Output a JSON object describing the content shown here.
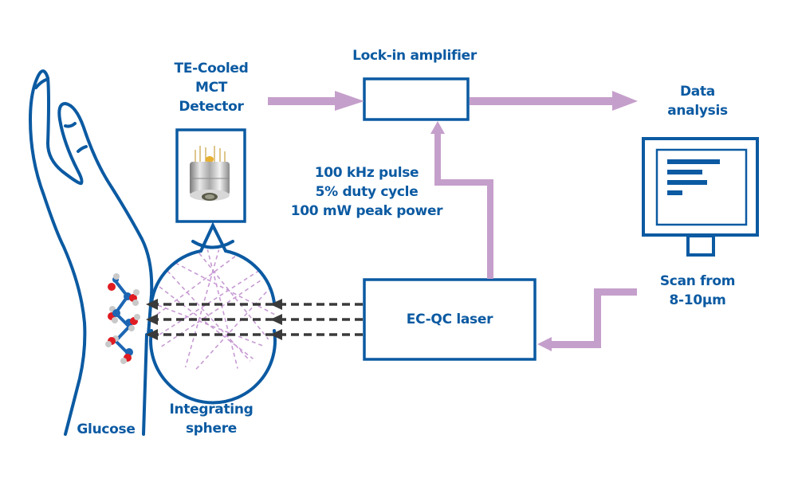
{
  "colors": {
    "blue": "#0b5aa2",
    "signal": "#c59fcb",
    "beam": "#3a3a3a",
    "scatter": "#c79bd3"
  },
  "labels": {
    "detector": "TE-Cooled\nMCT\nDetector",
    "lockin": "Lock-in amplifier",
    "data_analysis": "Data\nanalysis",
    "pulse_specs": [
      "100 kHz pulse",
      "5% duty cycle",
      "100 mW peak power"
    ],
    "laser": "EC-QC laser",
    "scan": "Scan from\n8-10µm",
    "glucose": "Glucose",
    "sphere": "Integrating\nsphere"
  },
  "nodes": [
    {
      "id": "hand",
      "name": "Wrist / hand"
    },
    {
      "id": "glucose",
      "name": "Glucose molecule"
    },
    {
      "id": "sphere",
      "name": "Integrating sphere"
    },
    {
      "id": "detector",
      "name": "TE-Cooled MCT Detector"
    },
    {
      "id": "lockin",
      "name": "Lock-in amplifier"
    },
    {
      "id": "computer",
      "name": "Data analysis"
    },
    {
      "id": "laser",
      "name": "EC-QC laser"
    }
  ],
  "edges": [
    {
      "from": "detector",
      "to": "lockin",
      "kind": "signal"
    },
    {
      "from": "lockin",
      "to": "computer",
      "kind": "signal"
    },
    {
      "from": "laser",
      "to": "lockin",
      "kind": "reference"
    },
    {
      "from": "computer",
      "to": "laser",
      "kind": "control"
    },
    {
      "from": "laser",
      "to": "sphere",
      "kind": "beam",
      "count": 3
    }
  ]
}
